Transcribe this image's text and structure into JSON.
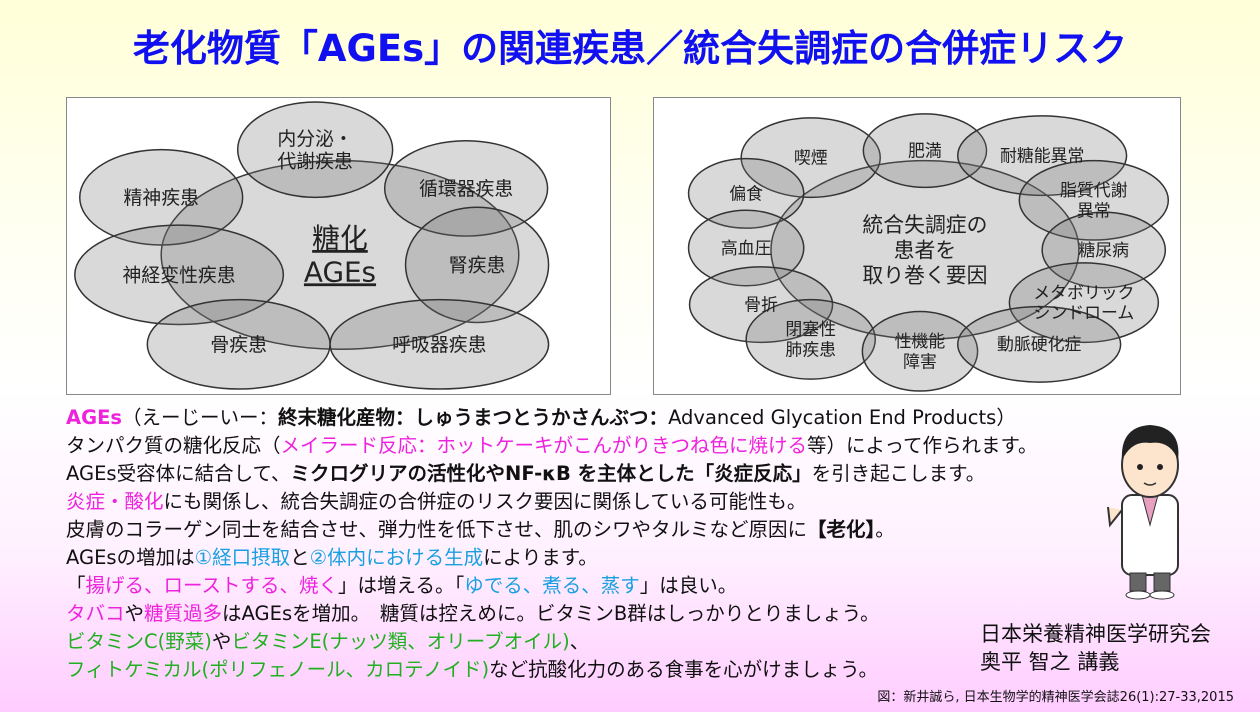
{
  "title": "老化物質「AGEs」の関連疾患／統合失調症の合併症リスク",
  "diagram_left": {
    "center": [
      "糖化",
      "AGEs"
    ],
    "items": [
      [
        "内分泌・",
        "代謝疾患"
      ],
      [
        "精神疾患"
      ],
      [
        "循環器疾患"
      ],
      [
        "腎疾患"
      ],
      [
        "神経変性疾患"
      ],
      [
        "骨疾患"
      ],
      [
        "呼吸器疾患"
      ]
    ]
  },
  "diagram_right": {
    "center": [
      "統合失調症の",
      "患者を",
      "取り巻く要因"
    ],
    "items": [
      [
        "喫煙"
      ],
      [
        "肥満"
      ],
      [
        "耐糖能異常"
      ],
      [
        "偏食"
      ],
      [
        "脂質代謝",
        "異常"
      ],
      [
        "高血圧"
      ],
      [
        "糖尿病"
      ],
      [
        "骨折"
      ],
      [
        "メタボリック",
        "シンドローム"
      ],
      [
        "閉塞性",
        "肺疾患"
      ],
      [
        "性機能",
        "障害"
      ],
      [
        "動脈硬化症"
      ]
    ]
  },
  "lines": [
    [
      {
        "t": "AGEs",
        "s": "mb"
      },
      {
        "t": "（えーじーいー：",
        "s": ""
      },
      {
        "t": "終末糖化産物：しゅうまつとうかさんぶつ：",
        "s": "b"
      },
      {
        "t": "Advanced Glycation End Products）",
        "s": ""
      }
    ],
    [
      {
        "t": "タンパク質の糖化反応（",
        "s": ""
      },
      {
        "t": "メイラード反応：ホットケーキがこんがりきつね色に焼ける",
        "s": "m"
      },
      {
        "t": "等）によって作られます。",
        "s": ""
      }
    ],
    [
      {
        "t": "AGEs受容体に結合して、",
        "s": ""
      },
      {
        "t": "ミクログリアの活性化やNF-κB を主体とした「炎症反応」",
        "s": "b"
      },
      {
        "t": "を引き起こします。",
        "s": ""
      }
    ],
    [
      {
        "t": "炎症・酸化",
        "s": "m"
      },
      {
        "t": "にも関係し、統合失調症の合併症のリスク要因に関係している可能性も。",
        "s": ""
      }
    ],
    [
      {
        "t": "皮膚のコラーゲン同士を結合させ、弾力性を低下させ、肌のシワやタルミなど原因に",
        "s": ""
      },
      {
        "t": "【老化】",
        "s": "b"
      },
      {
        "t": "。",
        "s": ""
      }
    ],
    [
      {
        "t": "AGEsの増加は",
        "s": ""
      },
      {
        "t": "①経口摂取",
        "s": "c"
      },
      {
        "t": "と",
        "s": ""
      },
      {
        "t": "②体内における生成",
        "s": "c"
      },
      {
        "t": "によります。",
        "s": ""
      }
    ],
    [
      {
        "t": "「",
        "s": ""
      },
      {
        "t": "揚げる、ローストする、焼く",
        "s": "m"
      },
      {
        "t": "」は増える。「",
        "s": ""
      },
      {
        "t": "ゆでる、煮る、蒸す",
        "s": "c"
      },
      {
        "t": "」は良い。",
        "s": ""
      }
    ],
    [
      {
        "t": "タバコ",
        "s": "m"
      },
      {
        "t": "や",
        "s": ""
      },
      {
        "t": "糖質過多",
        "s": "m"
      },
      {
        "t": "はAGEsを増加。　糖質は控えめに。ビタミンB群はしっかりとりましょう。",
        "s": ""
      }
    ],
    [
      {
        "t": "ビタミンC(野菜)",
        "s": "g"
      },
      {
        "t": "や",
        "s": ""
      },
      {
        "t": "ビタミンE(ナッツ類、オリーブオイル)",
        "s": "g"
      },
      {
        "t": "、",
        "s": ""
      }
    ],
    [
      {
        "t": "フィトケミカル(ポリフェノール、カロテノイド)",
        "s": "g"
      },
      {
        "t": "など抗酸化力のある食事を心がけましょう。",
        "s": ""
      }
    ]
  ],
  "credit": {
    "org": "日本栄養精神医学研究会",
    "lecturer": "奥平 智之 講義"
  },
  "citation": "図：新井誠ら, 日本生物学的精神医学会誌26(1):27-33,2015",
  "colors": {
    "title": "#1010f0",
    "magenta": "#ee22dd",
    "cyan": "#1aa0e0",
    "green": "#22b022"
  }
}
